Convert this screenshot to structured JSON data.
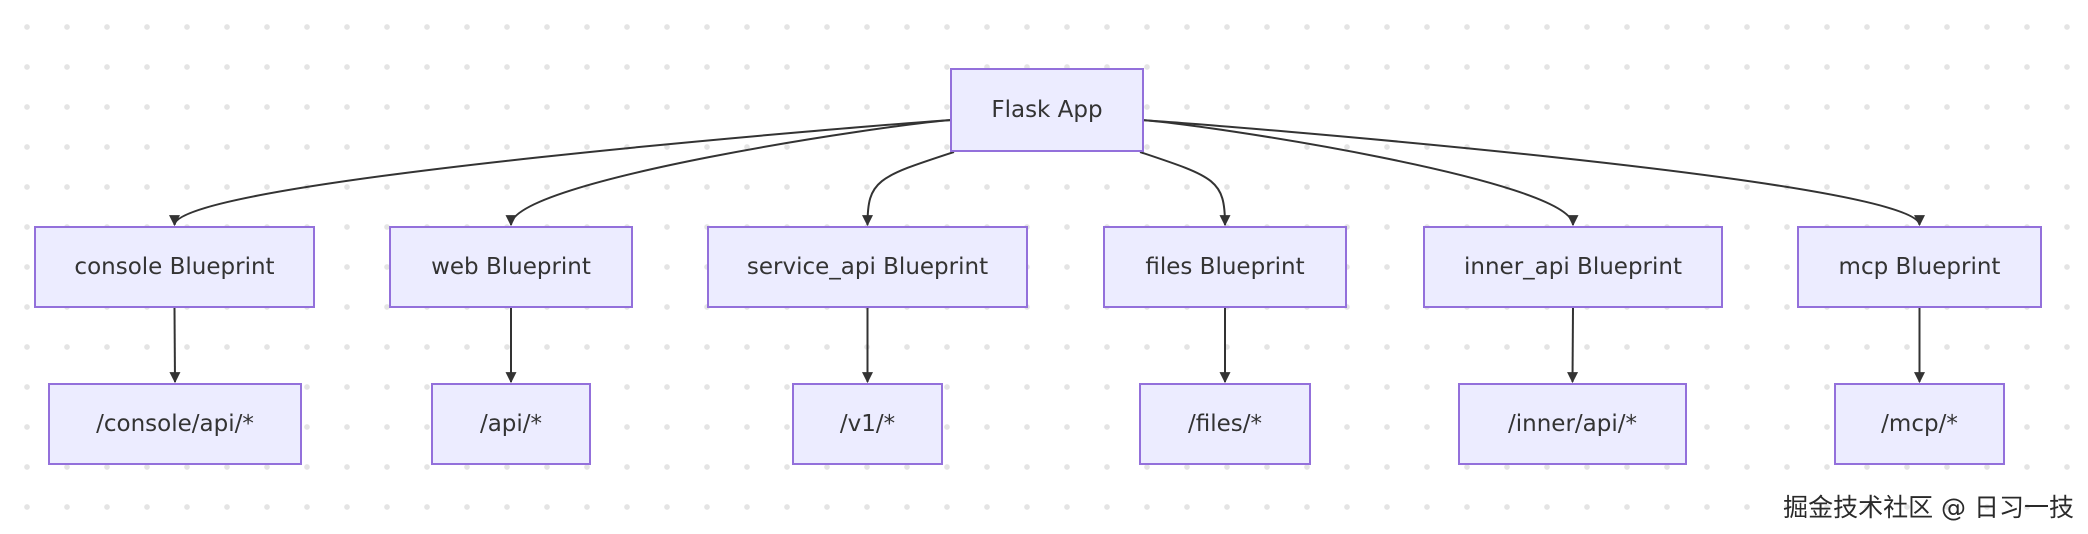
{
  "diagram": {
    "root": {
      "id": "flask_app",
      "label": "Flask App"
    },
    "blueprints": [
      {
        "id": "console",
        "label": "console Blueprint",
        "route": "/console/api/*"
      },
      {
        "id": "web",
        "label": "web Blueprint",
        "route": "/api/*"
      },
      {
        "id": "service_api",
        "label": "service_api Blueprint",
        "route": "/v1/*"
      },
      {
        "id": "files",
        "label": "files Blueprint",
        "route": "/files/*"
      },
      {
        "id": "inner_api",
        "label": "inner_api Blueprint",
        "route": "/inner/api/*"
      },
      {
        "id": "mcp",
        "label": "mcp Blueprint",
        "route": "/mcp/*"
      }
    ],
    "edges": [
      {
        "from": "flask_app",
        "to": "console"
      },
      {
        "from": "flask_app",
        "to": "web"
      },
      {
        "from": "flask_app",
        "to": "service_api"
      },
      {
        "from": "flask_app",
        "to": "files"
      },
      {
        "from": "flask_app",
        "to": "inner_api"
      },
      {
        "from": "flask_app",
        "to": "mcp"
      },
      {
        "from": "console",
        "to": "console_route"
      },
      {
        "from": "web",
        "to": "web_route"
      },
      {
        "from": "service_api",
        "to": "service_api_route"
      },
      {
        "from": "files",
        "to": "files_route"
      },
      {
        "from": "inner_api",
        "to": "inner_api_route"
      },
      {
        "from": "mcp",
        "to": "mcp_route"
      }
    ],
    "colors": {
      "node_fill": "#ececff",
      "node_border": "#9370db",
      "text": "#333333",
      "edge": "#333333"
    }
  },
  "watermark": "掘金技术社区 @ 日习一技"
}
